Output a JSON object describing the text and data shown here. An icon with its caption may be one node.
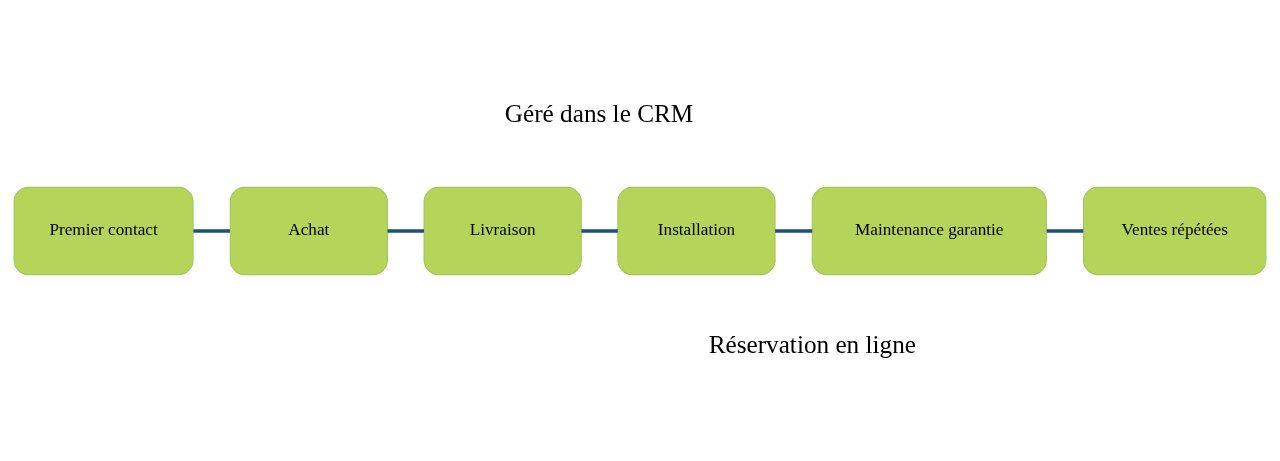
{
  "diagram": {
    "nodes": [
      {
        "text": [
          "Premier contact"
        ]
      },
      {
        "text": [
          "Achat"
        ]
      },
      {
        "text": [
          "Livraison"
        ]
      },
      {
        "text": [
          "Installation"
        ]
      },
      {
        "text": [
          "Maintenance garantie"
        ]
      },
      {
        "text": [
          "Ventes répétées"
        ]
      }
    ],
    "edges": [
      {
        "from": 0,
        "to": 1,
        "arrow": "none"
      },
      {
        "from": 1,
        "to": 2,
        "arrow": "none"
      },
      {
        "from": 2,
        "to": 3,
        "arrow": "none"
      },
      {
        "from": 3,
        "to": 4,
        "arrow": "none"
      },
      {
        "from": 4,
        "to": 5,
        "arrow": "none"
      }
    ],
    "labels": [
      "Géré dans le CRM",
      "Réservation en ligne"
    ]
  }
}
